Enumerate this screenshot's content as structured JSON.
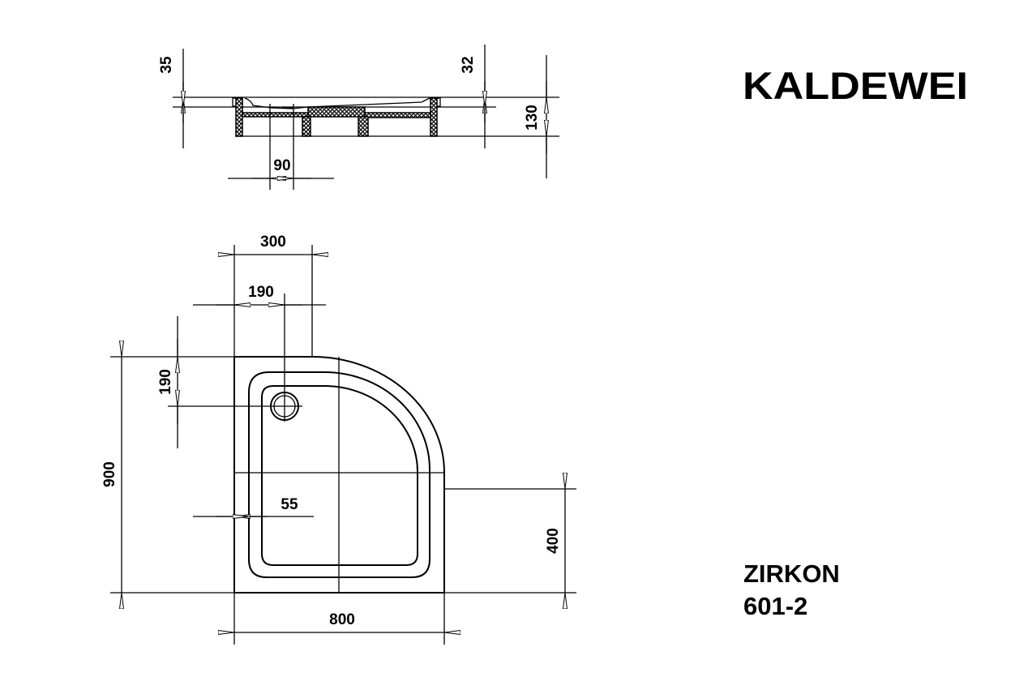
{
  "brand": {
    "name": "KALDEWEI"
  },
  "product": {
    "name": "ZIRKON",
    "model": "601-2"
  },
  "section_view": {
    "dimensions": {
      "rim_left": "35",
      "rim_right": "32",
      "height": "130",
      "drain_width": "90"
    }
  },
  "plan_view": {
    "dimensions": {
      "straight_top": "300",
      "drain_x": "190",
      "drain_y": "190",
      "depth": "900",
      "inner_offset": "55",
      "width": "800",
      "straight_side": "400"
    }
  }
}
